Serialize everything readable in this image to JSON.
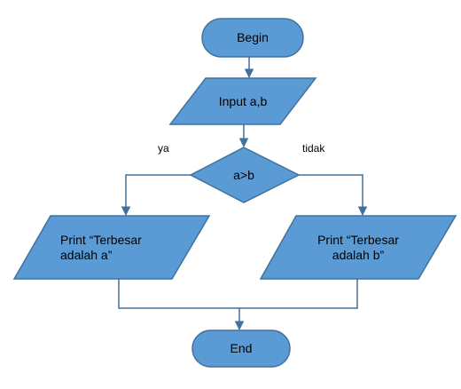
{
  "diagram": {
    "nodes": {
      "begin": {
        "label": "Begin",
        "shape": "terminator"
      },
      "input": {
        "label": "Input a,b",
        "shape": "parallelogram"
      },
      "decision": {
        "label": "a>b",
        "shape": "diamond"
      },
      "print_a": {
        "label": "Print “Terbesar\nadalah  a”",
        "shape": "parallelogram"
      },
      "print_b": {
        "label": "Print “Terbesar\nadalah  b”",
        "shape": "parallelogram"
      },
      "end": {
        "label": "End",
        "shape": "terminator"
      }
    },
    "branches": {
      "yes_label": "ya",
      "no_label": "tidak"
    },
    "colors": {
      "fill": "#5b9bd5",
      "stroke": "#41719c",
      "text": "#000000"
    }
  }
}
